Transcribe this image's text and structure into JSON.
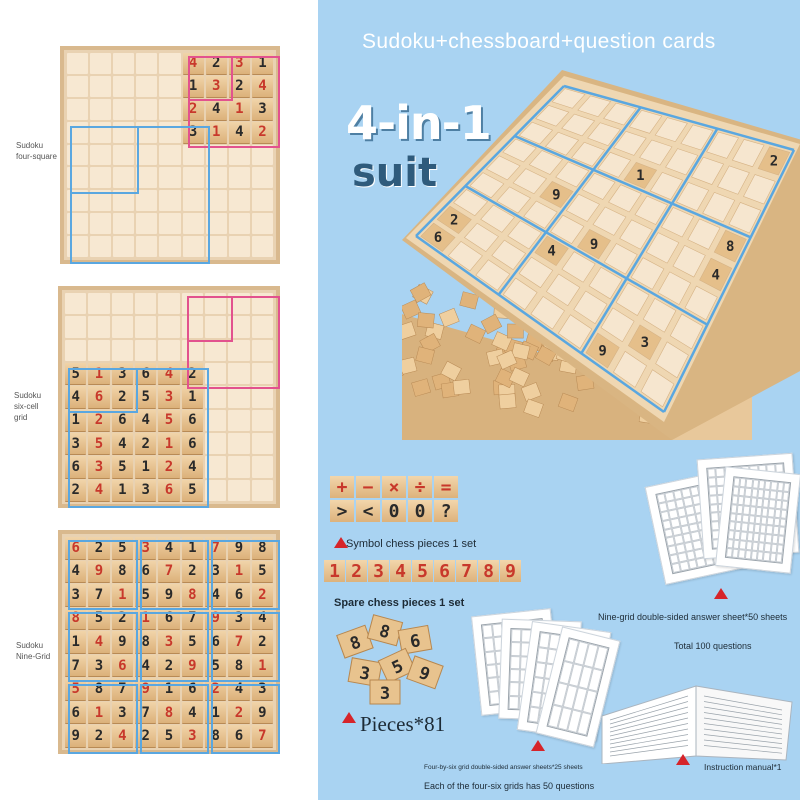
{
  "title": "Sudoku+chessboard+question cards",
  "headline": {
    "line1": "4-in-1",
    "line2": "suit"
  },
  "boards": {
    "four_square": {
      "label": "Sudoku\nfour-square",
      "rows": [
        [
          "4",
          "2",
          "3",
          "1"
        ],
        [
          "1",
          "3",
          "2",
          "4"
        ],
        [
          "2",
          "4",
          "1",
          "3"
        ],
        [
          "3",
          "1",
          "4",
          "2"
        ]
      ]
    },
    "six_cell": {
      "label": "Sudoku\nsix-cell\ngrid",
      "rows": [
        [
          "5",
          "1",
          "3",
          "6",
          "4",
          "2"
        ],
        [
          "4",
          "6",
          "2",
          "5",
          "3",
          "1"
        ],
        [
          "1",
          "2",
          "6",
          "4",
          "5",
          "6"
        ],
        [
          "3",
          "5",
          "4",
          "2",
          "1",
          "6"
        ],
        [
          "6",
          "3",
          "5",
          "1",
          "2",
          "4"
        ],
        [
          "2",
          "4",
          "1",
          "3",
          "6",
          "5"
        ]
      ]
    },
    "nine_grid": {
      "label": "Sudoku\nNine-Grid",
      "rows": [
        [
          "6",
          "2",
          "5",
          "3",
          "4",
          "1",
          "7",
          "9",
          "8"
        ],
        [
          "4",
          "9",
          "8",
          "6",
          "7",
          "2",
          "3",
          "1",
          "5"
        ],
        [
          "3",
          "7",
          "1",
          "5",
          "9",
          "8",
          "4",
          "6",
          "2"
        ],
        [
          "8",
          "5",
          "2",
          "1",
          "6",
          "7",
          "9",
          "3",
          "4"
        ],
        [
          "1",
          "4",
          "9",
          "8",
          "3",
          "5",
          "6",
          "7",
          "2"
        ],
        [
          "7",
          "3",
          "6",
          "4",
          "2",
          "9",
          "5",
          "8",
          "1"
        ],
        [
          "5",
          "8",
          "7",
          "9",
          "1",
          "6",
          "2",
          "4",
          "3"
        ],
        [
          "6",
          "1",
          "3",
          "7",
          "8",
          "4",
          "1",
          "2",
          "9"
        ],
        [
          "9",
          "2",
          "4",
          "2",
          "5",
          "3",
          "8",
          "6",
          "7"
        ]
      ]
    }
  },
  "big_board": {
    "cells": [
      [
        "6",
        "2",
        "",
        "",
        "",
        "",
        "",
        "",
        ""
      ],
      [
        "",
        "",
        "",
        "",
        "",
        "",
        "",
        "",
        ""
      ],
      [
        "",
        "",
        "",
        "",
        "9",
        "",
        "",
        "",
        ""
      ],
      [
        "",
        "",
        "4",
        "",
        "",
        "",
        "",
        "",
        ""
      ],
      [
        "",
        "",
        "",
        "9",
        "",
        "",
        "1",
        "",
        ""
      ],
      [
        "",
        "",
        "",
        "",
        "",
        "",
        "",
        "",
        ""
      ],
      [
        "9",
        "",
        "",
        "",
        "",
        "",
        "",
        "",
        ""
      ],
      [
        "",
        "3",
        "",
        "",
        "",
        "",
        "",
        "",
        ""
      ],
      [
        "",
        "",
        "",
        "",
        "4",
        "8",
        "",
        "",
        "2"
      ]
    ]
  },
  "colors": {
    "red_digit": "#c8382b",
    "dark_digit": "#2a2a2a",
    "pink": "#e2528e",
    "blue": "#5aa7e0",
    "bg": "#a9d3f2"
  },
  "symbols": {
    "row1": [
      "+",
      "−",
      "×",
      "÷",
      "="
    ],
    "row2": [
      ">",
      "<",
      "0",
      "0",
      "?"
    ],
    "caption": "Symbol chess pieces 1 set"
  },
  "spare": {
    "digits": [
      "1",
      "2",
      "3",
      "4",
      "5",
      "6",
      "7",
      "8",
      "9"
    ],
    "caption": "Spare chess pieces 1 set"
  },
  "pieces_caption": "Pieces*81",
  "nine_answer": {
    "caption": "Nine-grid double-sided answer sheet*50 sheets",
    "total": "Total 100 questions"
  },
  "four_six_answer": {
    "caption": "Four-by-six grid double-sided answer sheets*25 sheets",
    "questions": "Each of the four-six grids has 50 questions"
  },
  "manual_caption": "Instruction manual*1"
}
